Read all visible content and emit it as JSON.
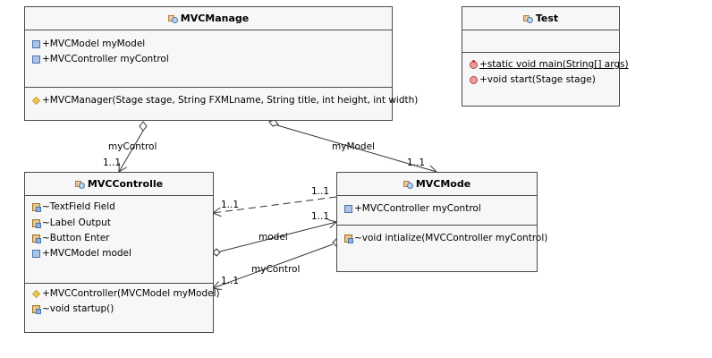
{
  "classes": {
    "mvcmanage": {
      "name": "MVCManage",
      "attributes": [
        "+MVCModel myModel",
        "+MVCController myControl"
      ],
      "methods": [
        "+MVCManager(Stage stage, String FXMLname, String title, int height, int width)"
      ]
    },
    "test": {
      "name": "Test",
      "methods": [
        "void main(String[] args)",
        "+void start(Stage stage)"
      ],
      "static_prefix": "+",
      "static_keyword": "static"
    },
    "mvccontrolle": {
      "name": "MVCControlle",
      "attributes": [
        "~TextField Field",
        "~Label Output",
        "~Button Enter",
        "+MVCModel model"
      ],
      "methods": [
        "+MVCController(MVCModel myModel)",
        "~void startup()"
      ]
    },
    "mvcmode": {
      "name": "MVCMode",
      "attributes": [
        "+MVCController myControl"
      ],
      "methods": [
        "~void intialize(MVCController myControl)"
      ]
    }
  },
  "associations": {
    "manage_control": {
      "role": "myControl",
      "multiplicity": "1..1"
    },
    "manage_model": {
      "role": "myModel",
      "multiplicity": "1..1"
    },
    "mode_control_dashed": {
      "source_multiplicity": "1..1",
      "target_multiplicity": "1..1"
    },
    "control_model": {
      "role": "model",
      "multiplicity": "1..1"
    },
    "mode_control": {
      "role": "myControl",
      "multiplicity": "1..1"
    }
  },
  "icons": {
    "class": "class-icon",
    "public_attribute": "public-attribute-icon",
    "package_attribute": "package-attribute-icon",
    "constructor": "constructor-icon",
    "static_method": "static-method-icon",
    "method": "method-icon",
    "package_method": "package-method-icon"
  }
}
